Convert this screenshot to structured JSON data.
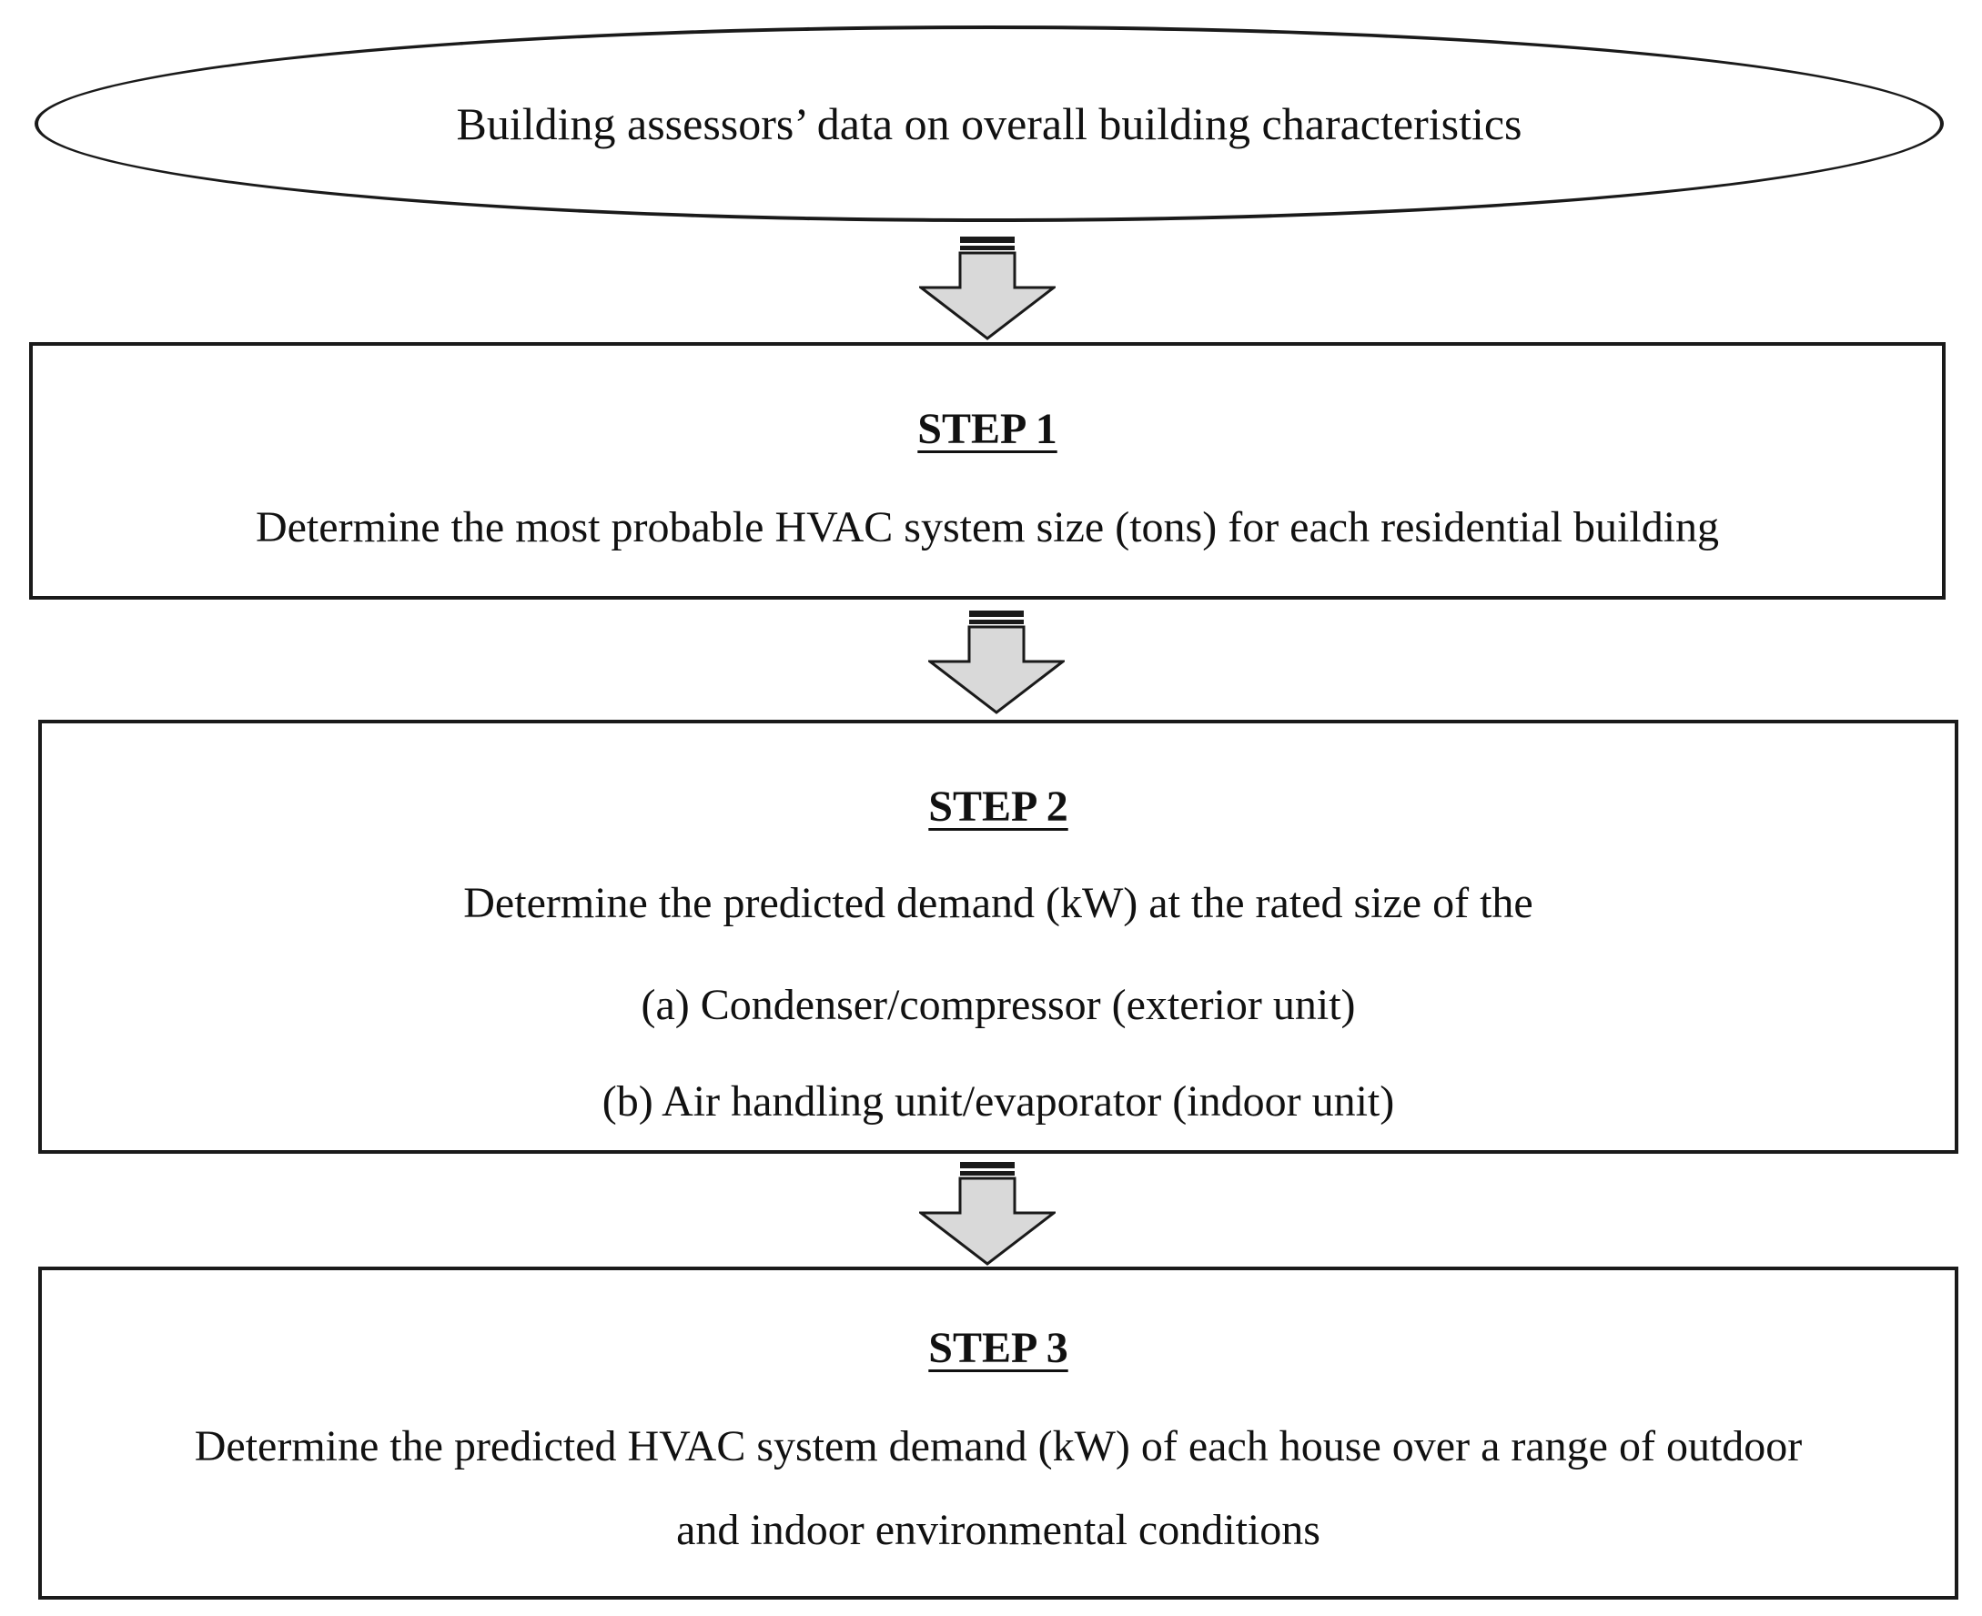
{
  "input": {
    "label": "Building assessors’ data on overall building characteristics"
  },
  "steps": [
    {
      "title": "STEP 1",
      "lines": [
        "Determine the most probable HVAC system size (tons) for each residential building"
      ]
    },
    {
      "title": "STEP 2",
      "lines": [
        "Determine the predicted demand (kW) at the rated size of the",
        "(a) Condenser/compressor (exterior unit)",
        "(b) Air handling unit/evaporator (indoor unit)"
      ]
    },
    {
      "title": "STEP 3",
      "lines": [
        "Determine the predicted HVAC system demand (kW) of each house over a range of outdoor",
        "and indoor environmental conditions"
      ]
    }
  ],
  "colors": {
    "arrow_fill": "#d9d9d9",
    "outline": "#1a1a1a"
  }
}
